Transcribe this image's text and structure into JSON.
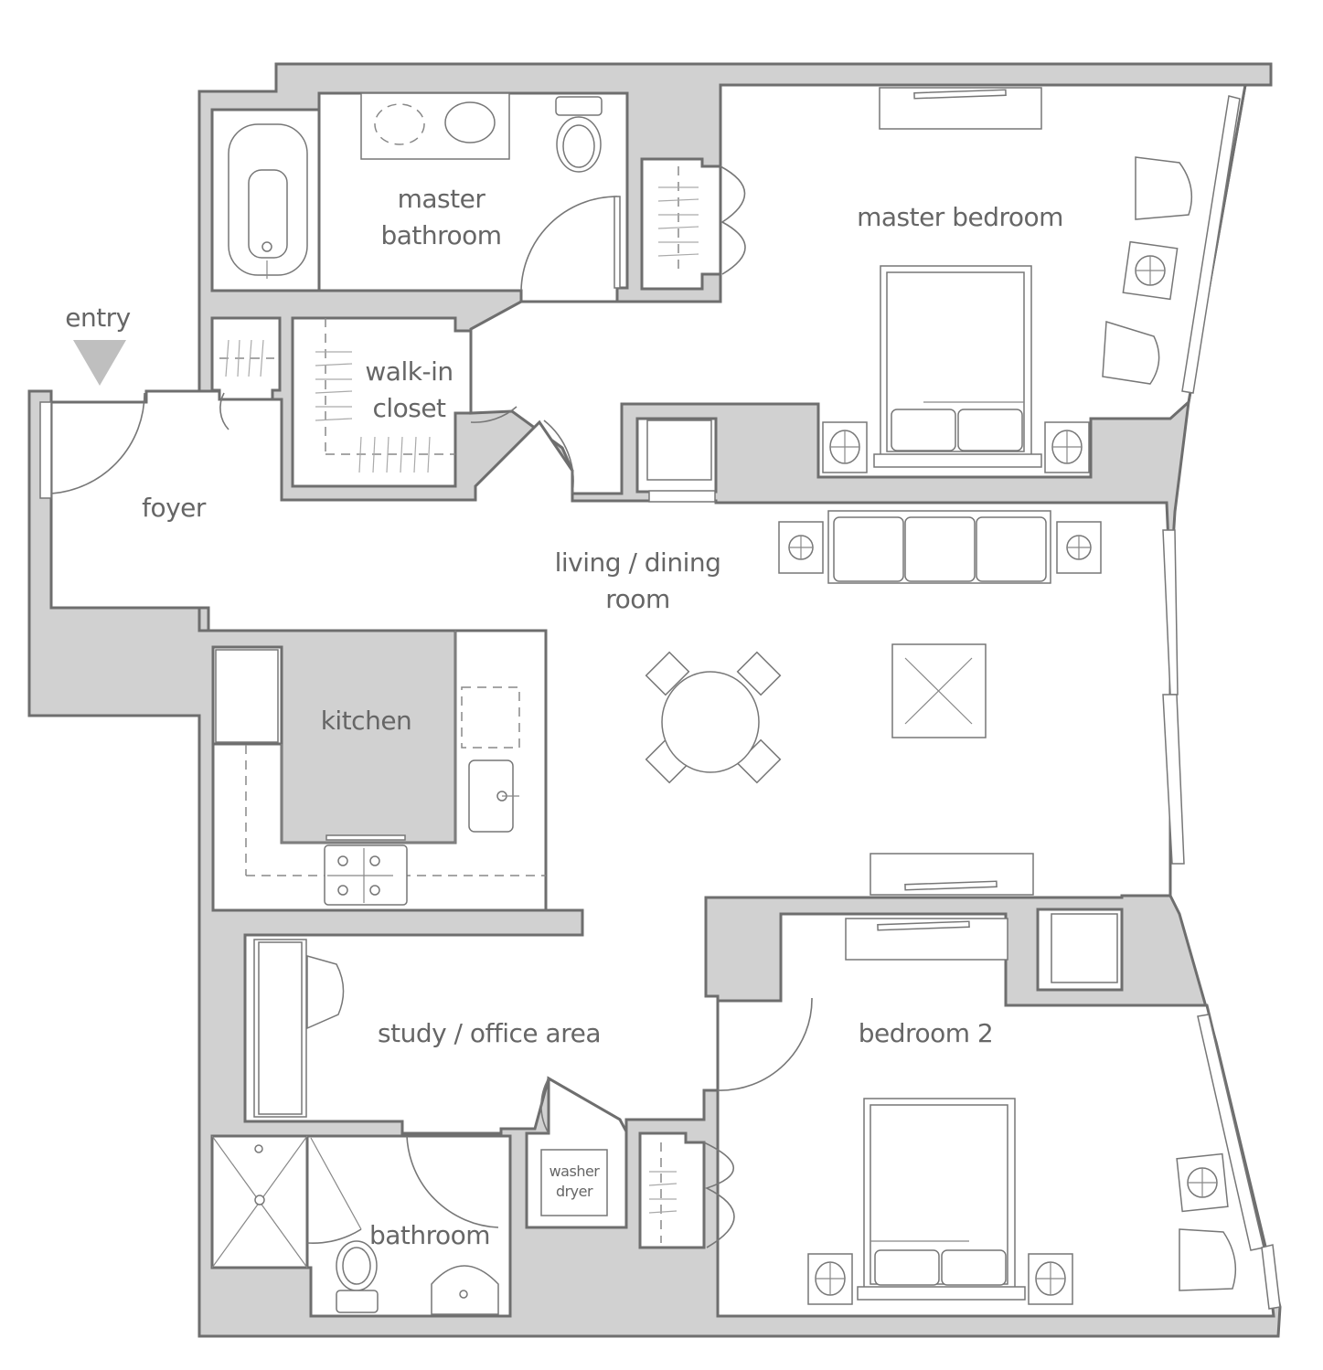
{
  "plan": {
    "type": "floor-plan",
    "colors": {
      "wall_fill": "#d1d1d1",
      "wall_stroke": "#6e6e6e",
      "label": "#666666",
      "entry_arrow": "#bfbfbf"
    },
    "entry": {
      "label": "entry",
      "icon": "triangle-down-arrow-icon"
    },
    "rooms": {
      "master_bathroom": {
        "line1": "master",
        "line2": "bathroom"
      },
      "master_bedroom": {
        "label": "master bedroom"
      },
      "walk_in_closet": {
        "line1": "walk-in",
        "line2": "closet"
      },
      "foyer": {
        "label": "foyer"
      },
      "living_dining": {
        "line1": "living / dining",
        "line2": "room"
      },
      "kitchen": {
        "label": "kitchen"
      },
      "study": {
        "label": "study / office area"
      },
      "bedroom_2": {
        "label": "bedroom 2"
      },
      "bathroom": {
        "label": "bathroom"
      },
      "laundry": {
        "line1": "washer",
        "line2": "dryer"
      }
    }
  }
}
